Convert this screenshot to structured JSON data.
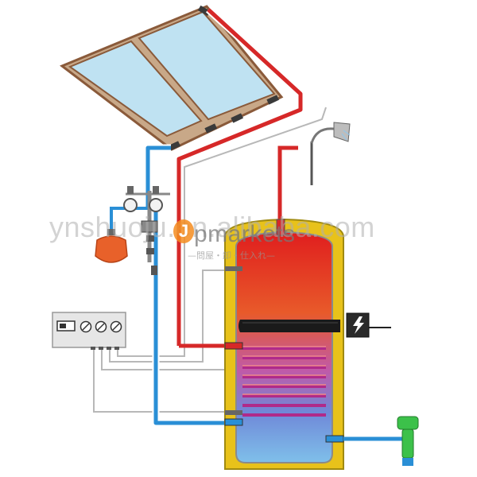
{
  "watermark": {
    "text": "ynshuoju.en.alibaba.com",
    "brand": "pmarkets",
    "logo_letter": "J",
    "sub": "—問屋・卸・仕入れ—"
  },
  "colors": {
    "hot_pipe": "#d62828",
    "cold_pipe": "#2a8fd6",
    "tank_casing": "#e8c21a",
    "panel_frame": "#8a5a3a",
    "panel_glass": "#bfe2f2",
    "expansion_vessel": "#e8612a",
    "control_box": "#e6e6e6",
    "valve_green": "#3cc14a"
  },
  "components": [
    {
      "name": "solar-collector-panels",
      "icon": "solar-panel-icon"
    },
    {
      "name": "shower-head",
      "icon": "shower-icon"
    },
    {
      "name": "expansion-vessel",
      "icon": "tank-icon"
    },
    {
      "name": "pump-station",
      "icon": "pump-icon"
    },
    {
      "name": "controller",
      "icon": "control-panel-icon"
    },
    {
      "name": "storage-tank",
      "icon": "boiler-icon"
    },
    {
      "name": "electric-heater",
      "icon": "lightning-icon"
    },
    {
      "name": "cold-water-inlet",
      "icon": "valve-icon"
    }
  ]
}
